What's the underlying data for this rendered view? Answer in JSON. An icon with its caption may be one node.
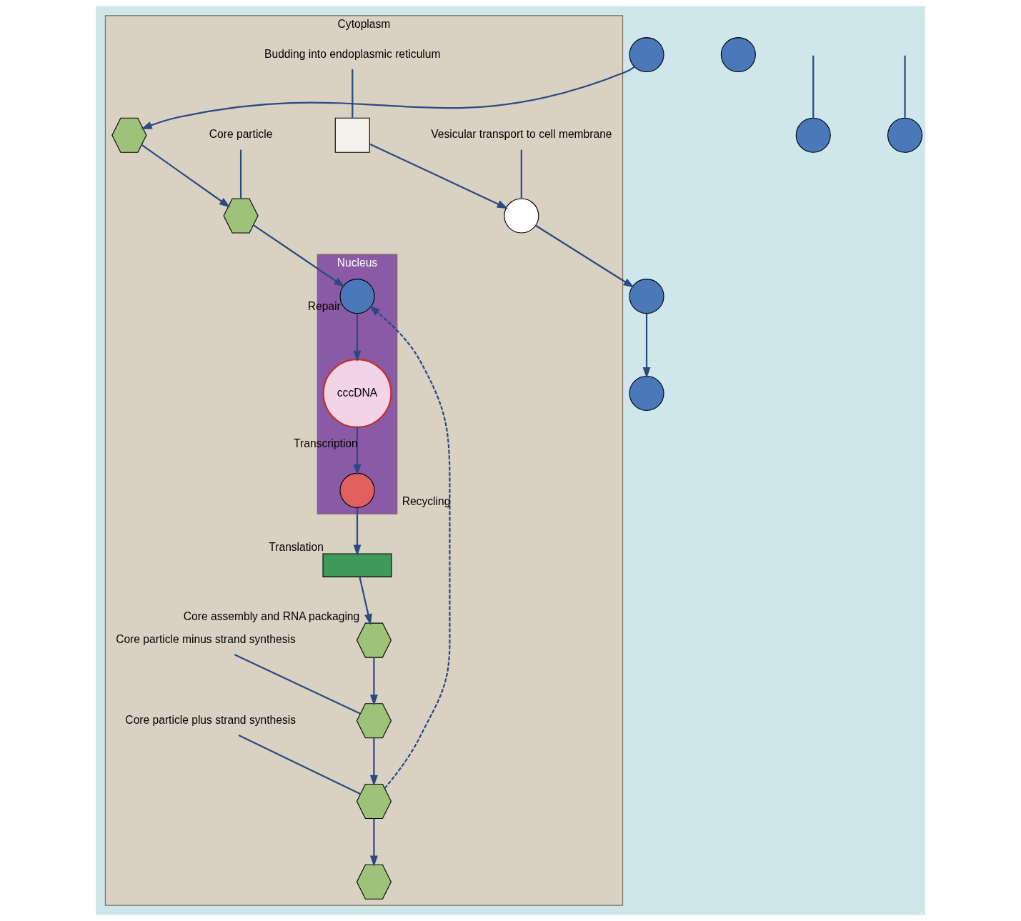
{
  "diagram": {
    "nodes": [
      {
        "text": [
          "Cytoplasm"
        ]
      },
      {
        "text": [
          "Nucleus"
        ],
        "in": 0
      },
      {
        "text": [],
        "shape": "circle"
      },
      {
        "text": [],
        "shape": "hexagon",
        "in": 0
      },
      {
        "text": [],
        "shape": "hexagon",
        "in": 0
      },
      {
        "text": [
          "Core particle"
        ],
        "in": 0
      },
      {
        "text": [],
        "shape": "circle",
        "in": 1,
        "beside": [
          "Repair"
        ]
      },
      {
        "text": [
          "cccDNA"
        ],
        "in": 1
      },
      {
        "text": [],
        "shape": "circle",
        "in": 1
      },
      {
        "text": [],
        "shape": "bar",
        "in": 0,
        "beside": [
          "Translation"
        ]
      },
      {
        "text": [],
        "shape": "hexagon",
        "in": 0,
        "beside": [
          "Core assembly and RNA packaging"
        ]
      },
      {
        "text": [],
        "shape": "hexagon",
        "in": 0
      },
      {
        "text": [
          "Core particle minus strand synthesis"
        ],
        "in": 0
      },
      {
        "text": [],
        "shape": "hexagon",
        "in": 0
      },
      {
        "text": [
          "Core particle plus strand synthesis"
        ],
        "in": 0
      },
      {
        "text": [],
        "shape": "hexagon",
        "in": 0
      },
      {
        "text": [],
        "shape": "box",
        "in": 0
      },
      {
        "text": [
          "Budding into endoplasmic reticulum"
        ],
        "in": 0
      },
      {
        "text": [],
        "shape": "circle",
        "in": 0
      },
      {
        "text": [
          "Vesicular transport to cell membrane"
        ],
        "in": 0
      },
      {
        "text": [],
        "shape": "circle"
      },
      {
        "text": [],
        "shape": "circle"
      },
      {
        "text": [],
        "shape": "circle"
      },
      {
        "text": [],
        "shape": "circle"
      },
      {
        "text": [],
        "shape": "circle"
      }
    ],
    "edges": [
      {
        "from": 2,
        "to": 3,
        "arrow": "to"
      },
      {
        "from": 3,
        "to": 4,
        "arrow": "to"
      },
      {
        "from": 5,
        "to": 4,
        "arrow": "none"
      },
      {
        "from": 4,
        "to": 6,
        "arrow": "to"
      },
      {
        "from": 13,
        "to": 6,
        "arrow": "to",
        "label": "Recycling",
        "style": "dashed"
      },
      {
        "from": 6,
        "to": 7,
        "arrow": "to"
      },
      {
        "from": 7,
        "to": 8,
        "arrow": "to",
        "label": "Transcription"
      },
      {
        "from": 8,
        "to": 9,
        "arrow": "to"
      },
      {
        "from": 9,
        "to": 10,
        "arrow": "to"
      },
      {
        "from": 10,
        "to": 11,
        "arrow": "to"
      },
      {
        "from": 12,
        "to": 11,
        "arrow": "none"
      },
      {
        "from": 11,
        "to": 13,
        "arrow": "to"
      },
      {
        "from": 14,
        "to": 13,
        "arrow": "none"
      },
      {
        "from": 13,
        "to": 15,
        "arrow": "to"
      },
      {
        "from": 17,
        "to": 16,
        "arrow": "none"
      },
      {
        "from": 16,
        "to": 18,
        "arrow": "to"
      },
      {
        "from": 19,
        "to": 18,
        "arrow": "none"
      },
      {
        "from": 18,
        "to": 20,
        "arrow": "to"
      },
      {
        "from": 20,
        "to": 21,
        "arrow": "to"
      },
      {
        "from": null,
        "to": 23,
        "arrow": "none"
      },
      {
        "from": null,
        "to": 24,
        "arrow": "none"
      }
    ]
  }
}
